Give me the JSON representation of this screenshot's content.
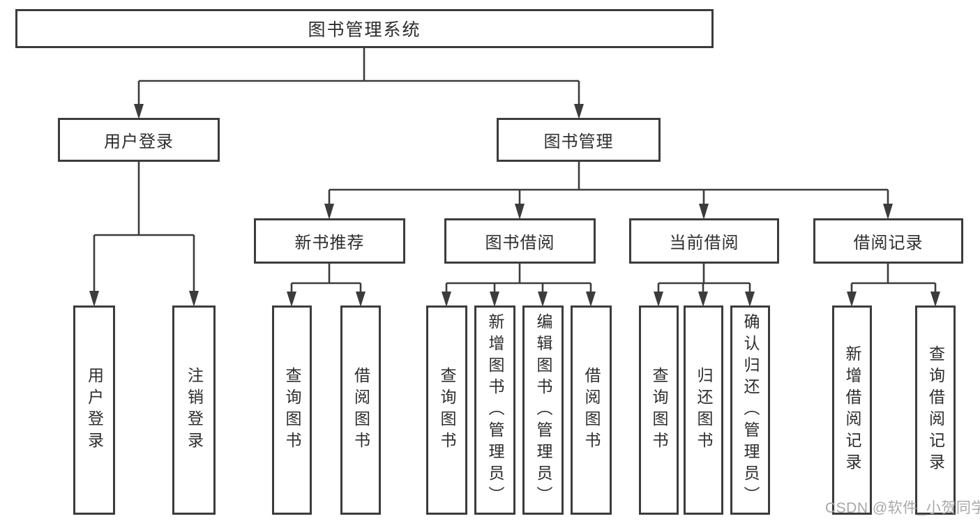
{
  "tree": {
    "label": "图书管理系统",
    "children": [
      {
        "label": "用户登录",
        "children": [
          {
            "label": "用户登录"
          },
          {
            "label": "注销登录"
          }
        ]
      },
      {
        "label": "图书管理",
        "children": [
          {
            "label": "新书推荐",
            "children": [
              {
                "label": "查询图书"
              },
              {
                "label": "借阅图书"
              }
            ]
          },
          {
            "label": "图书借阅",
            "children": [
              {
                "label": "查询图书"
              },
              {
                "label": "新增图书（管理员）"
              },
              {
                "label": "编辑图书（管理员）"
              },
              {
                "label": "借阅图书"
              }
            ]
          },
          {
            "label": "当前借阅",
            "children": [
              {
                "label": "查询图书"
              },
              {
                "label": "归还图书"
              },
              {
                "label": "确认归还（管理员）"
              }
            ]
          },
          {
            "label": "借阅记录",
            "children": [
              {
                "label": "新增借阅记录"
              },
              {
                "label": "查询借阅记录"
              }
            ]
          }
        ]
      }
    ]
  },
  "watermark": "CSDN @软件_小贺同学",
  "colors": {
    "line": "#3c3c3c",
    "text": "#2d2d2d",
    "watermark": "#a8a8a8",
    "background": "#ffffff"
  }
}
